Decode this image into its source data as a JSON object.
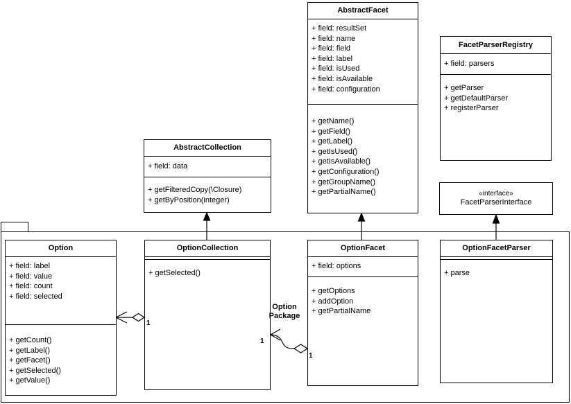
{
  "diagram": {
    "type": "uml-class-diagram",
    "background_color": "#ffffff",
    "line_color": "#000000",
    "text_color": "#000000"
  },
  "package": {
    "name": "Option Package"
  },
  "classes": {
    "abstract_facet": {
      "title": "AbstractFacet",
      "fields": [
        "+ field: resultSet",
        "+ field: name",
        "+ field: field",
        "+ field: label",
        "+ field: isUsed",
        "+ field: isAvailable",
        "+ field: configuration"
      ],
      "methods": [
        "+ getName()",
        "+ getField()",
        "+ getLabel()",
        "+ getIsUsed()",
        "+ getIsAvailable()",
        "+ getConfiguration()",
        "+ getGroupName()",
        "+ getPartialName()"
      ]
    },
    "facet_parser_registry": {
      "title": "FacetParserRegistry",
      "fields": [
        "+ field: parsers"
      ],
      "methods": [
        "+ getParser",
        "+ getDefaultParser",
        "+ registerParser"
      ]
    },
    "abstract_collection": {
      "title": "AbstractCollection",
      "fields": [
        "+ field: data"
      ],
      "methods": [
        "+ getFilteredCopy(\\Closure)",
        "+ getByPosition(integer)"
      ]
    },
    "facet_parser_interface": {
      "stereotype": "«interface»",
      "title": "FacetParserInterface"
    },
    "option": {
      "title": "Option",
      "fields": [
        "+ field: label",
        "+ field: value",
        "+ field: count",
        "+ field: selected"
      ],
      "methods": [
        "+ getCount()",
        "+ getLabel()",
        "+ getFacet()",
        "+ getSelected()",
        "+ getValue()"
      ]
    },
    "option_collection": {
      "title": "OptionCollection",
      "fields": [],
      "methods": [
        "+ getSelected()"
      ]
    },
    "option_facet": {
      "title": "OptionFacet",
      "fields": [
        "+ field: options"
      ],
      "methods": [
        "+ getOptions",
        "+ addOption",
        "+ getPartialName"
      ]
    },
    "option_facet_parser": {
      "title": "OptionFacetParser",
      "fields": [],
      "methods": [
        "+ parse"
      ]
    }
  },
  "relationships": {
    "generalizations": [
      {
        "from": "OptionCollection",
        "to": "AbstractCollection"
      },
      {
        "from": "OptionFacet",
        "to": "AbstractFacet"
      },
      {
        "from": "OptionFacetParser",
        "to": "FacetParserInterface"
      }
    ],
    "aggregations": [
      {
        "container": "OptionCollection",
        "part": "Option",
        "container_multiplicity": "1"
      },
      {
        "container": "OptionFacet",
        "part": "OptionCollection",
        "container_multiplicity": "1",
        "part_multiplicity": "1"
      }
    ],
    "multiplicity_labels": {
      "collection_owns_option": "1",
      "facet_side_near_collection": "1",
      "facet_near_diamond": "1"
    }
  }
}
